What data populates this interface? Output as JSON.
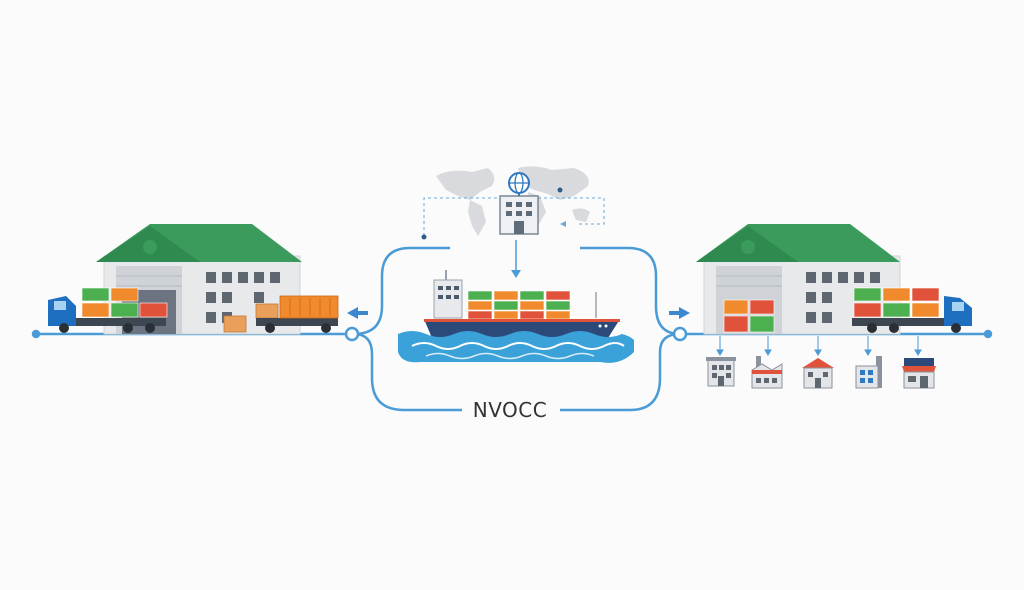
{
  "diagram": {
    "label": "NVOCC",
    "colors": {
      "line": "#4a9bd6",
      "roof": "#3a9b5c",
      "wall": "#e8e9eb",
      "truck": "#1f6fc0",
      "ship_hull": "#2b4a7a",
      "water": "#3aa2d8",
      "container_green": "#4caf50",
      "container_orange": "#f08a2c",
      "container_red": "#e0533a"
    },
    "nodes": [
      {
        "name": "origin-warehouse",
        "icon": "warehouse-icon"
      },
      {
        "name": "origin-truck",
        "icon": "truck-icon"
      },
      {
        "name": "nvocc-office",
        "icon": "office-building-globe-icon"
      },
      {
        "name": "world-map",
        "icon": "world-map-icon"
      },
      {
        "name": "cargo-ship",
        "icon": "container-ship-icon"
      },
      {
        "name": "destination-warehouse",
        "icon": "warehouse-icon"
      },
      {
        "name": "destination-truck",
        "icon": "truck-icon"
      },
      {
        "name": "destination-buildings",
        "icons": [
          "office-icon",
          "factory-icon",
          "retail-icon",
          "plant-icon",
          "store-icon"
        ]
      }
    ]
  }
}
